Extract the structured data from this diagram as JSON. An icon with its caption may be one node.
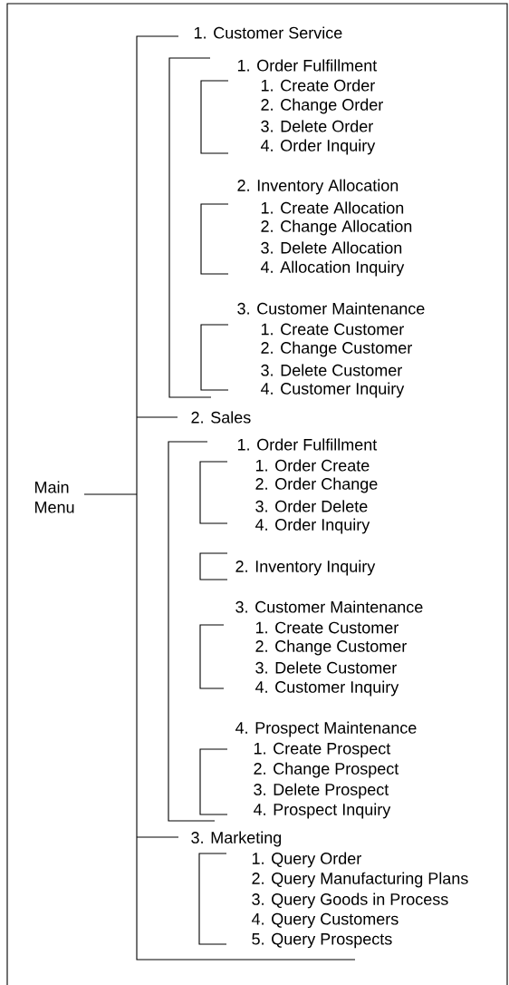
{
  "diagram": {
    "labels": [
      "Main Menu",
      "1. Customer Service",
      "1. Order Fulfillment",
      "1. Create Order",
      "2. Change Order",
      "3. Delete Order",
      "4. Order Inquiry",
      "2. Inventory Allocation",
      "1. Create Allocation",
      "2. Change Allocation",
      "3. Delete Allocation",
      "4. Allocation Inquiry",
      "3. Customer Maintenance",
      "1. Create Customer",
      "2. Change Customer",
      "3. Delete Customer",
      "4. Customer Inquiry",
      "2. Sales",
      "1. Order Fulfillment",
      "1. Order Create",
      "2. Order Change",
      "3. Order Delete",
      "4. Order Inquiry",
      "2. Inventory Inquiry",
      "3. Customer Maintenance",
      "1. Create Customer",
      "2. Change Customer",
      "3. Delete Customer",
      "4. Customer Inquiry",
      "4. Prospect Maintenance",
      "1. Create Prospect",
      "2. Change Prospect",
      "3. Delete Prospect",
      "4. Prospect Inquiry",
      "3. Marketing",
      "1. Query Order",
      "2. Query Manufacturing Plans",
      "3. Query Goods in Process",
      "4. Query Customers",
      "5. Query Prospects"
    ]
  }
}
